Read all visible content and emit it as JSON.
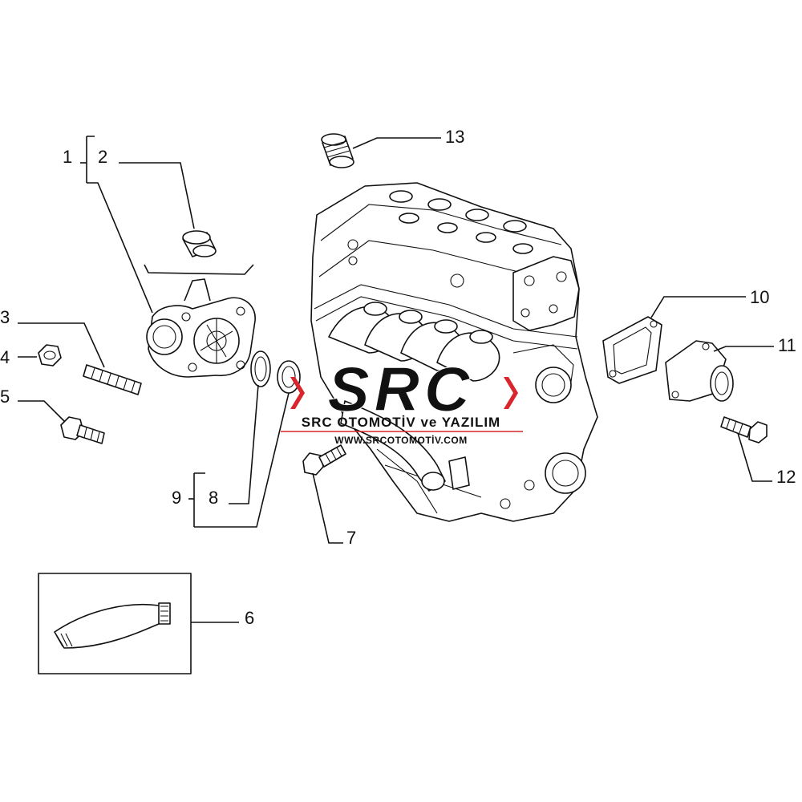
{
  "callouts": {
    "c1": "1",
    "c2": "2",
    "c3": "3",
    "c4": "4",
    "c5": "5",
    "c6": "6",
    "c7": "7",
    "c8": "8",
    "c9": "9",
    "c10": "10",
    "c11": "11",
    "c12": "12",
    "c13": "13"
  },
  "watermark": {
    "logo_text": "SRC",
    "company": "SRC OTOMOTİV ve YAZILIM",
    "url": "WWW.SRCOTOMOTİV.COM",
    "accent_color": "#d8262c",
    "dark_color": "#111111"
  }
}
